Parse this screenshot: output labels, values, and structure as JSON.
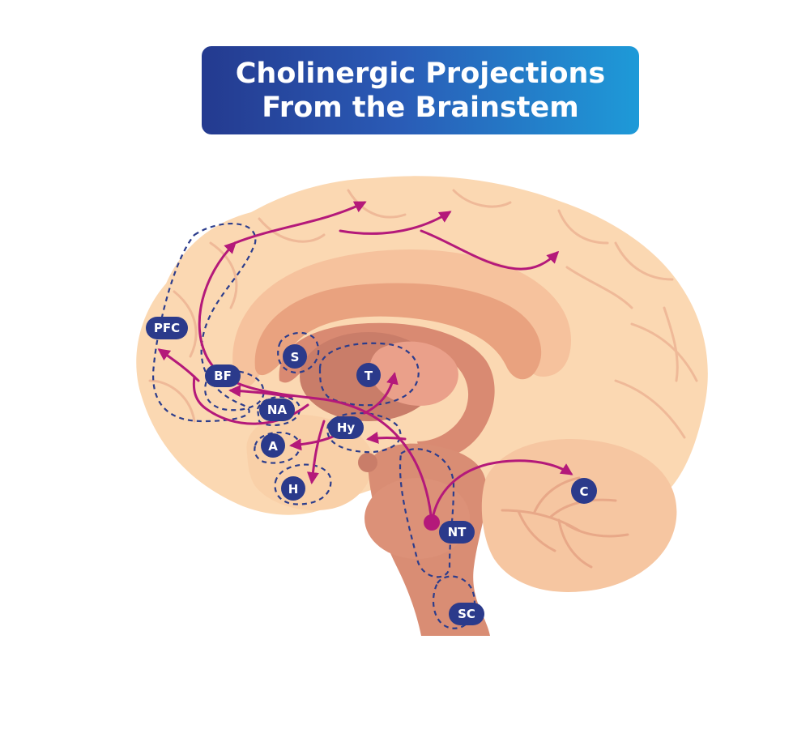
{
  "title": {
    "line1": "Cholinergic Projections",
    "line2": "From the Brainstem"
  },
  "regions": {
    "pfc": "PFC",
    "bf": "BF",
    "s": "S",
    "t": "T",
    "na": "NA",
    "hy": "Hy",
    "a": "A",
    "h": "H",
    "nt": "NT",
    "sc": "SC",
    "c": "C"
  },
  "colors": {
    "banner_start": "#243a8f",
    "banner_end": "#1e9ad8",
    "brain_outer": "#fbd8b2",
    "brain_gyri_line": "#efb998",
    "corpus_callosum": "#f3b48f",
    "inner_arch": "#e49c80",
    "thalamus": "#c97d69",
    "brainstem": "#d98d74",
    "cerebellum": "#f6c6a1",
    "projection": "#b4197a",
    "region_outline": "#2c3d8c",
    "label_fill": "#2b3a8b"
  }
}
